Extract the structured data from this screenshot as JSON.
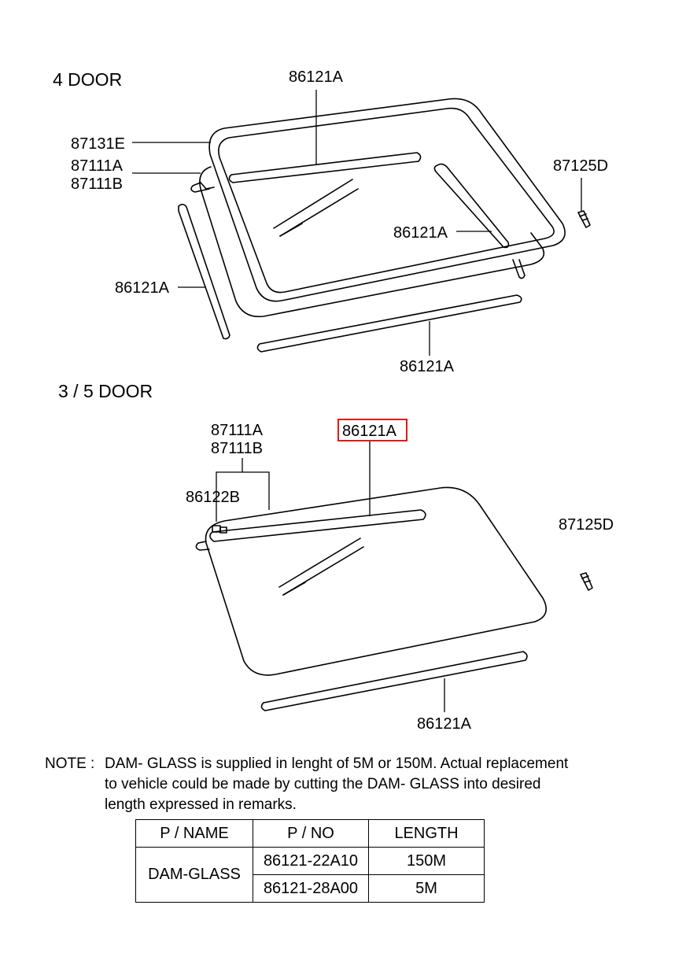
{
  "sections": {
    "four_door": "4 DOOR",
    "three_five_door": "3 / 5 DOOR"
  },
  "labels4": {
    "top_seal": "86121A",
    "moulding": "87131E",
    "glass_a": "87111A",
    "glass_b": "87111B",
    "clip": "87125D",
    "right_seal": "86121A",
    "left_seal": "86121A",
    "bottom_seal": "86121A"
  },
  "labels35": {
    "glass_a": "87111A",
    "glass_b": "87111B",
    "top_seal": "86121A",
    "fastener": "86122B",
    "clip": "87125D",
    "bottom_seal": "86121A"
  },
  "note": {
    "prefix": "NOTE :",
    "line1": "DAM- GLASS is supplied in lenght of 5M or 150M. Actual replacement",
    "line2": "to vehicle could be made by cutting the DAM- GLASS into desired",
    "line3": "length expressed in remarks."
  },
  "table": {
    "headers": [
      "P / NAME",
      "P / NO",
      "LENGTH"
    ],
    "name": "DAM-GLASS",
    "rows": [
      {
        "pno": "86121-22A10",
        "length": "150M"
      },
      {
        "pno": "86121-28A00",
        "length": "5M"
      }
    ]
  },
  "colors": {
    "highlight": "#e01b1b",
    "line": "#000000"
  }
}
